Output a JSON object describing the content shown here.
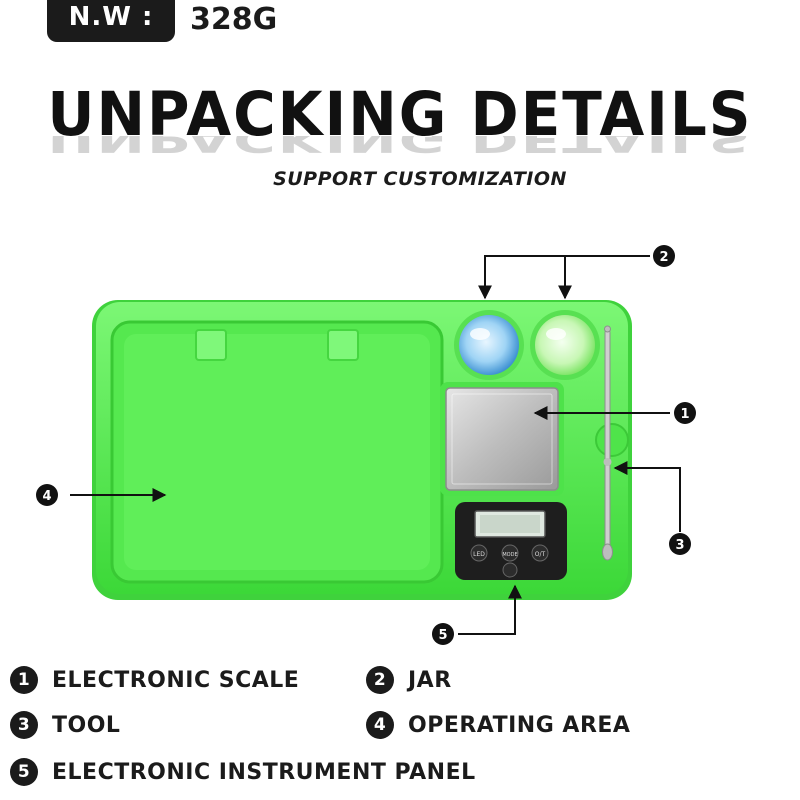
{
  "header": {
    "nw_label": "N.W :",
    "nw_value": "328G"
  },
  "title": "UNPACKING DETAILS",
  "subtitle": "SUPPORT CUSTOMIZATION",
  "diagram": {
    "callouts": [
      "1",
      "2",
      "3",
      "4",
      "5"
    ],
    "scale_buttons": [
      "LED",
      "MODE",
      "O/T"
    ],
    "colors": {
      "tray": "#5ef05a",
      "tray_edge": "#3fd23c",
      "jar_blue": "#4aa8e0",
      "jar_green": "#9ff08a",
      "scale_plate": "#c9c9c9",
      "panel": "#1e1e1e"
    }
  },
  "legend": [
    {
      "num": "1",
      "label": "ELECTRONIC SCALE"
    },
    {
      "num": "2",
      "label": "JAR"
    },
    {
      "num": "3",
      "label": "TOOL"
    },
    {
      "num": "4",
      "label": "OPERATING AREA"
    },
    {
      "num": "5",
      "label": "ELECTRONIC INSTRUMENT PANEL"
    }
  ]
}
